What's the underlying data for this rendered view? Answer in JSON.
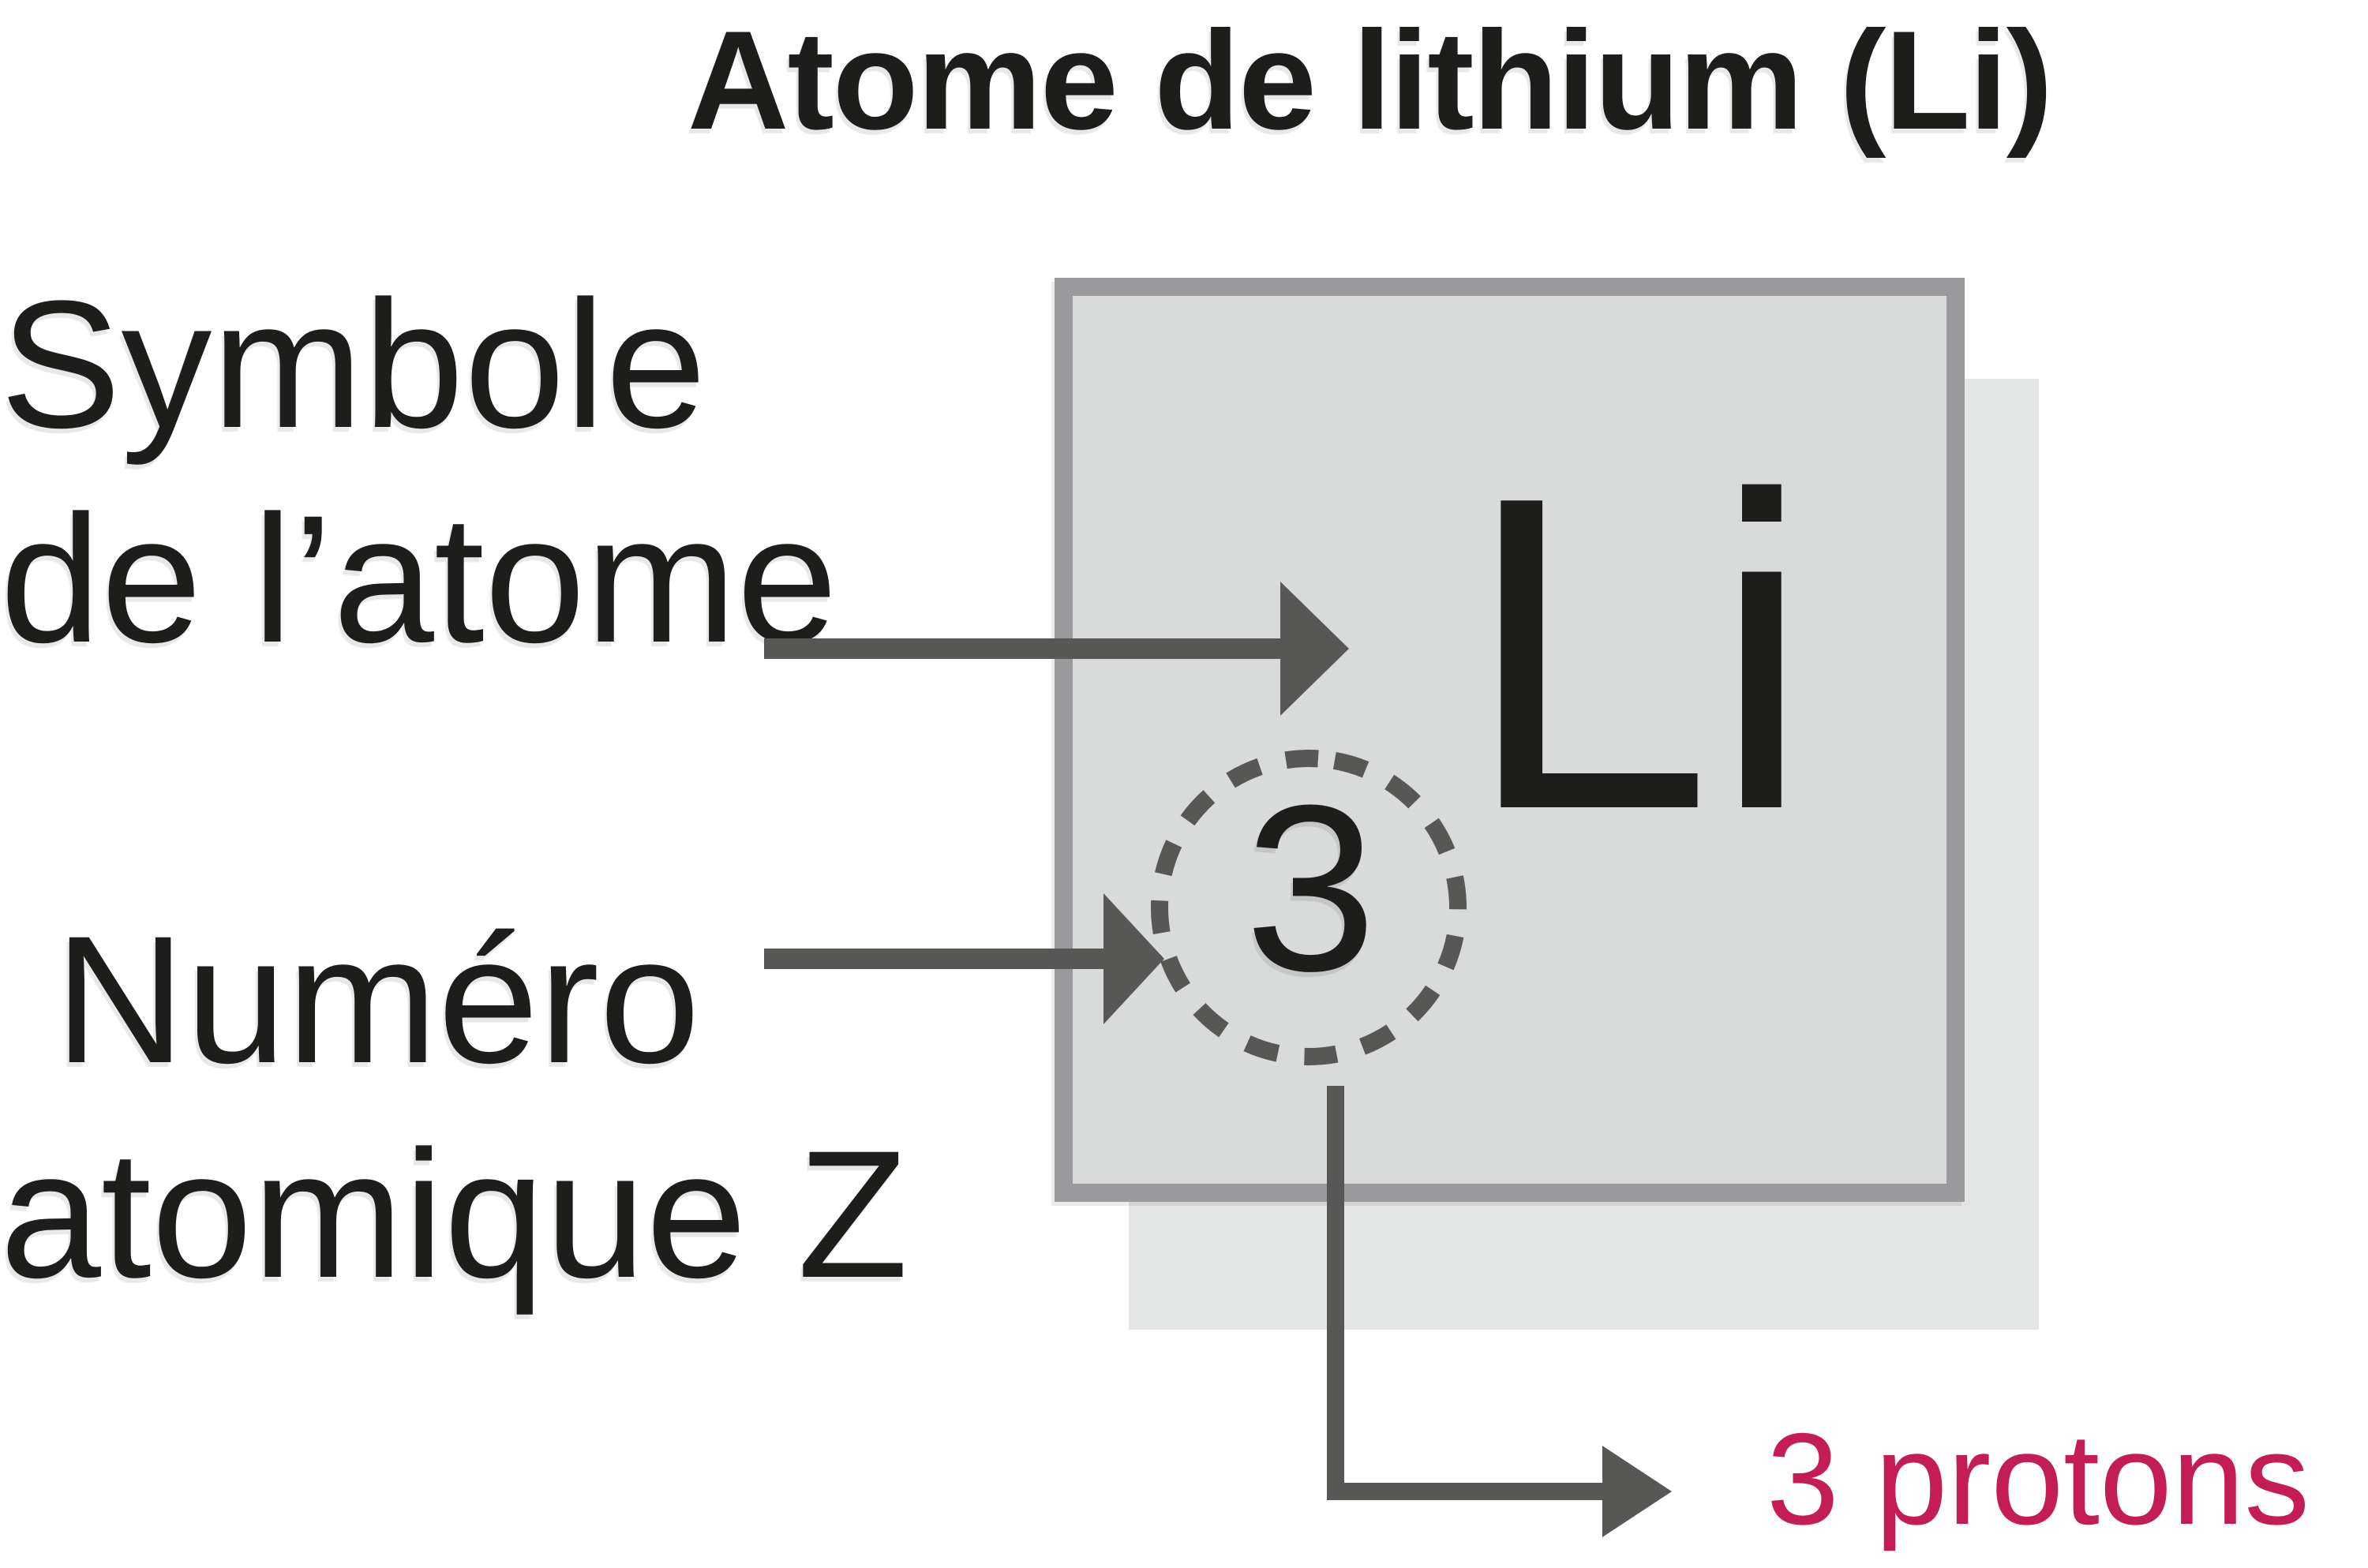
{
  "figure": {
    "title": "Atome de lithium (Li)",
    "card": {
      "element_symbol": "Li",
      "atomic_number": "3"
    },
    "callouts": {
      "symbol": {
        "line1": "Symbole",
        "line2": "de l’atome"
      },
      "atomic": {
        "line1": "Numéro",
        "line2": "atomique Z"
      },
      "protons": "3 protons"
    },
    "colors": {
      "text": "#1d1d1b",
      "connector": "#575756",
      "card_border": "#9a9a9c",
      "card_fill": "#d9dada",
      "card_shadow": "#e3e4e4",
      "accent": "#c41d56"
    }
  }
}
